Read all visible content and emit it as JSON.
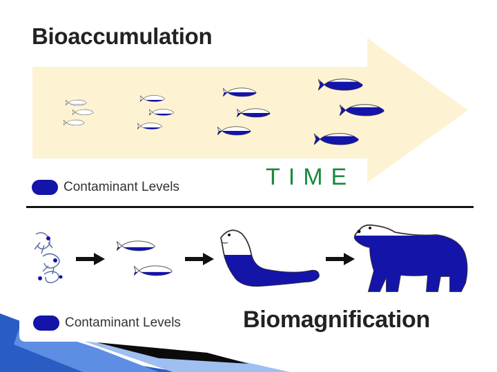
{
  "diagram": {
    "top_title": "Bioaccumulation",
    "time_label": "TIME",
    "legend_top_label": "Contaminant Levels",
    "legend_bottom_label": "Contaminant Levels",
    "bottom_title": "Biomagnification"
  },
  "colors": {
    "contaminant": "#1414a8",
    "time_arrow": "#fdf3d2",
    "time_text": "#1a8a3a",
    "slide_accent": "#3b6fd4"
  }
}
